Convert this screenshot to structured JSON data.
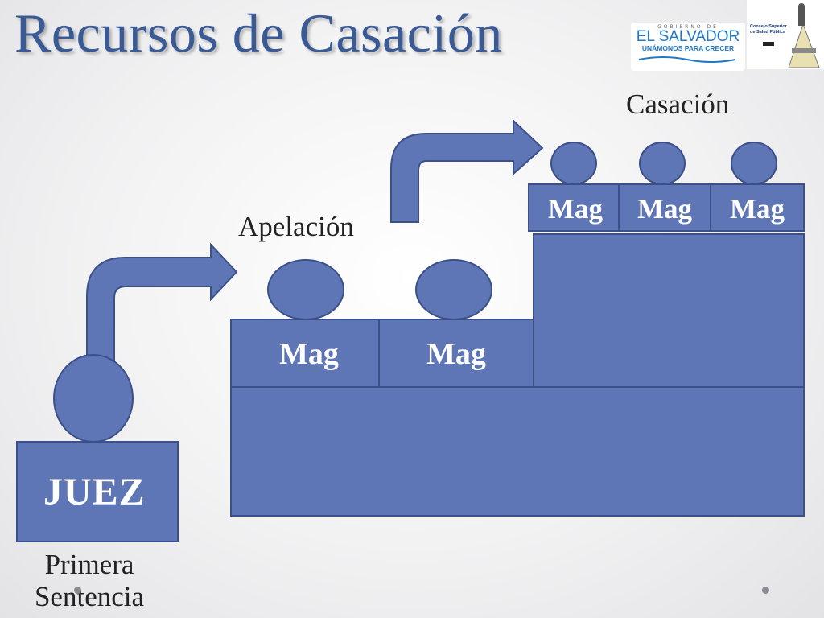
{
  "title": "Recursos de Casación",
  "logos": {
    "el_salvador": {
      "top_small": "GOBIERNO DE",
      "name": "EL SALVADOR",
      "slogan": "UNÁMONOS PARA CRECER"
    },
    "consejo": {
      "text": "Consejo Superior de Salud Pública"
    }
  },
  "levels": {
    "first": {
      "box_label": "JUEZ",
      "caption": "Primera Sentencia"
    },
    "appeal": {
      "caption": "Apelación",
      "magistrates": [
        "Mag",
        "Mag"
      ]
    },
    "cassation": {
      "caption": "Casación",
      "magistrates": [
        "Mag",
        "Mag",
        "Mag"
      ]
    }
  },
  "colors": {
    "shape_fill": "#5f76b6",
    "shape_border": "#3b4f88",
    "title": "#3a5a96"
  }
}
